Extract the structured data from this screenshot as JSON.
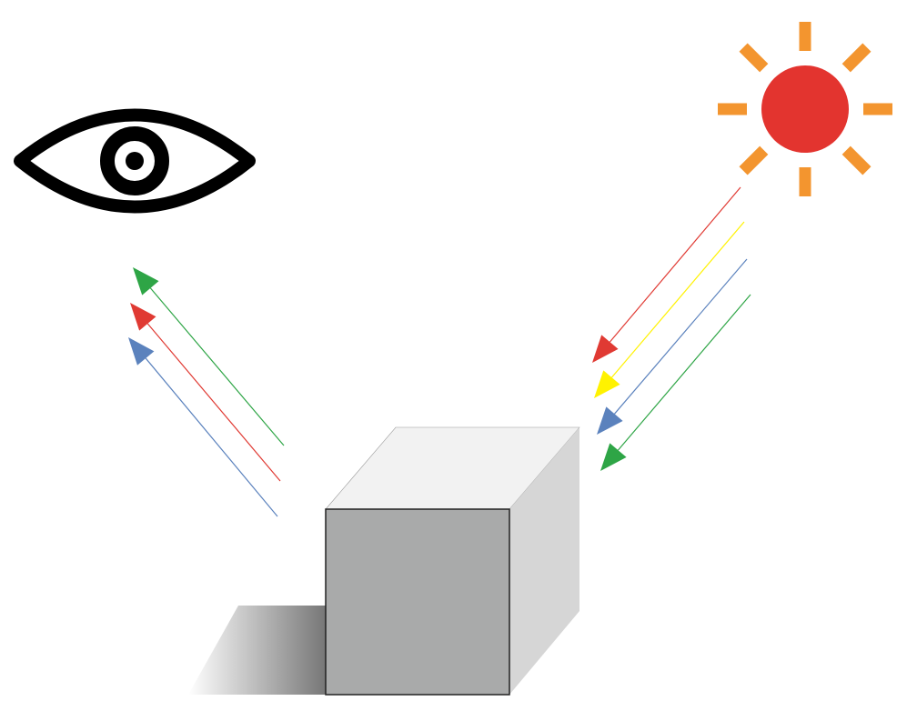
{
  "diagram": {
    "elements": {
      "eye": {
        "icon": "eye-icon",
        "color": "#000000"
      },
      "sun": {
        "icon": "sun-icon",
        "core_color": "#e3342f",
        "ray_color": "#f3952f",
        "ray_count": 8
      },
      "cube": {
        "front_color": "#a9aaaa",
        "top_color": "#f2f2f2",
        "side_color": "#d6d6d6",
        "outline_color": "#222222"
      },
      "shadow": {
        "gradient_from": "#777777",
        "gradient_to": "#ffffff"
      }
    },
    "incident_rays": [
      {
        "color_name": "red",
        "color": "#e03a33"
      },
      {
        "color_name": "yellow",
        "color": "#fff200"
      },
      {
        "color_name": "blue",
        "color": "#5b82bd"
      },
      {
        "color_name": "green",
        "color": "#2ea546"
      }
    ],
    "reflected_rays": [
      {
        "color_name": "green",
        "color": "#2ea546"
      },
      {
        "color_name": "red",
        "color": "#e03a33"
      },
      {
        "color_name": "blue",
        "color": "#5b82bd"
      }
    ]
  }
}
